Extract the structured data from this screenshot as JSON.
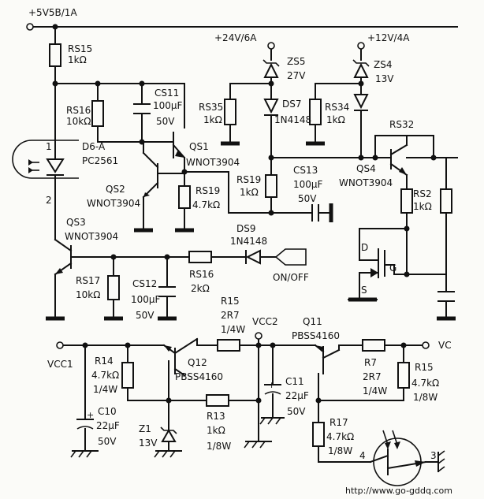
{
  "labels": {
    "supply_5v": "+5V5B/1A",
    "supply_24v": "+24V/6A",
    "supply_12v": "+12V/4A",
    "rs15": "RS15",
    "rs15_v": "1kΩ",
    "rs16": "RS16",
    "rs16_v": "10kΩ",
    "cs11": "CS11",
    "cs11_v1": "100μF",
    "cs11_v2": "50V",
    "qs1": "QS1",
    "qs1_t": "WNOT3904",
    "qs2": "QS2",
    "qs2_t": "WNOT3904",
    "rs19a": "RS19",
    "rs19a_v": "4.7kΩ",
    "d6": "D6-A",
    "d6_t": "PC2561",
    "pin1": "1",
    "pin2": "2",
    "rs35": "RS35",
    "rs35_v": "1kΩ",
    "zs5": "ZS5",
    "zs5_v": "27V",
    "ds7": "DS7",
    "ds7_t": "1N4148",
    "rs19b": "RS19",
    "rs19b_v": "1kΩ",
    "cs13": "CS13",
    "cs13_v1": "100μF",
    "cs13_v2": "50V",
    "zs4": "ZS4",
    "zs4_v": "13V",
    "rs34": "RS34",
    "rs34_v": "1kΩ",
    "qs4": "QS4",
    "qs4_t": "WNOT3904",
    "rs32": "RS32",
    "rs2": "RS2",
    "rs2_v": "1kΩ",
    "mos_d": "D",
    "mos_g": "G",
    "mos_s": "S",
    "qs3": "QS3",
    "qs3_t": "WNOT3904",
    "ds9": "DS9",
    "ds9_t": "1N4148",
    "rs16b": "RS16",
    "rs16b_v": "2kΩ",
    "onoff": "ON/OFF",
    "rs17": "RS17",
    "rs17_v": "10kΩ",
    "cs12": "CS12",
    "cs12_v1": "100μF",
    "cs12_v2": "50V",
    "vcc1": "VCC1",
    "vcc2": "VCC2",
    "vc": "VC",
    "r14": "R14",
    "r14_v1": "4.7kΩ",
    "r14_v2": "1/4W",
    "c10": "C10",
    "c10_v1": "22μF",
    "c10_v2": "50V",
    "z1": "Z1",
    "z1_v": "13V",
    "q12": "Q12",
    "q12_t": "PBSS4160",
    "r15a": "R15",
    "r15a_v1": "2R7",
    "r15a_v2": "1/4W",
    "r13": "R13",
    "r13_v1": "1kΩ",
    "r13_v2": "1/8W",
    "q11": "Q11",
    "q11_t": "PBSS4160",
    "c11": "C11",
    "c11_v1": "22μF",
    "c11_v2": "50V",
    "r7": "R7",
    "r7_v1": "2R7",
    "r7_v2": "1/4W",
    "r15b": "R15",
    "r15b_v1": "4.7kΩ",
    "r15b_v2": "1/8W",
    "r17": "R17",
    "r17_v1": "4.7kΩ",
    "r17_v2": "1/8W",
    "pin4": "4",
    "pin3": "3",
    "plus_c10": "+",
    "plus_c11": "+",
    "url": "http://www.go-gddq.com"
  }
}
